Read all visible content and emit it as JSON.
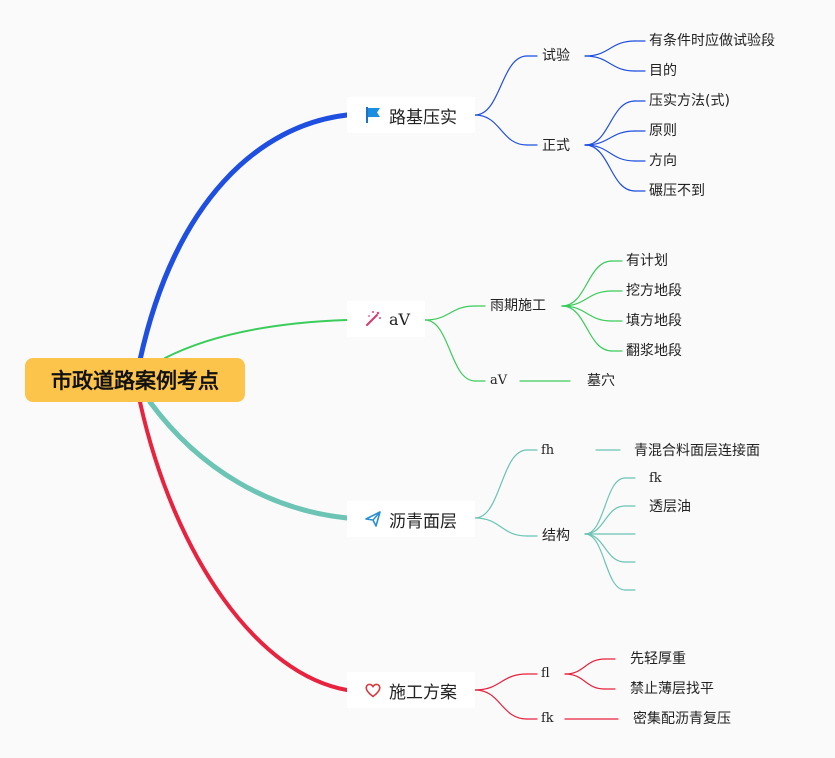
{
  "root": {
    "label": "市政道路案例考点"
  },
  "branches": [
    {
      "id": "b1",
      "label": "路基压实",
      "icon": "flag-icon",
      "color": "#1f4fe0",
      "children": [
        {
          "label": "试验",
          "children": [
            "有条件时应做试验段",
            "目的"
          ]
        },
        {
          "label": "正式",
          "children": [
            "压实方法(式)",
            "原则",
            "方向",
            "碾压不到"
          ]
        }
      ]
    },
    {
      "id": "b2",
      "label": "aV",
      "icon": "magic-wand-icon",
      "color": "#3bcc5c",
      "children": [
        {
          "label": "雨期施工",
          "children": [
            "有计划",
            "挖方地段",
            "填方地段",
            "翻浆地段"
          ]
        },
        {
          "label": "aV",
          "children": [
            "墓穴"
          ]
        }
      ]
    },
    {
      "id": "b3",
      "label": "沥青面层",
      "icon": "paper-plane-icon",
      "color": "#6cc4b4",
      "children": [
        {
          "label": "fh",
          "children": [
            "青混合料面层连接面"
          ]
        },
        {
          "label": "结构",
          "children": [
            "fk",
            "透层油",
            "",
            "",
            ""
          ]
        }
      ]
    },
    {
      "id": "b4",
      "label": "施工方案",
      "icon": "heart-icon",
      "color": "#e8233f",
      "children": [
        {
          "label": "fl",
          "children": [
            "先轻厚重",
            "禁止薄层找平"
          ]
        },
        {
          "label": "fk",
          "children": [
            "密集配沥青复压"
          ]
        }
      ]
    }
  ]
}
